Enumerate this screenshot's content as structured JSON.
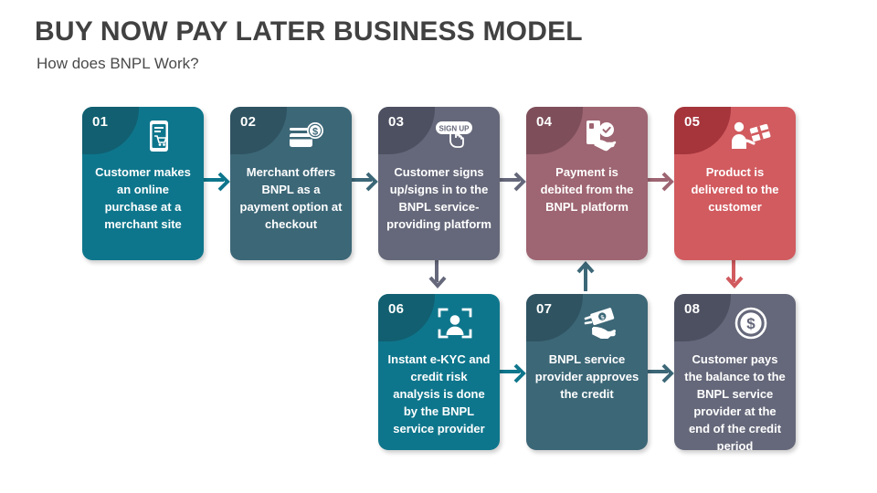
{
  "header": {
    "title": "BUY NOW PAY LATER BUSINESS MODEL",
    "subtitle": "How does BNPL Work?"
  },
  "colors": {
    "teal": "#0e768c",
    "teal_badge": "#115f70",
    "slate": "#3c6777",
    "slate_badge": "#2f5361",
    "gray": "#65687a",
    "gray_badge": "#4d5061",
    "mauve": "#9e6572",
    "mauve_badge": "#7e4f5b",
    "red": "#d15b5f",
    "red_badge": "#a5343b",
    "title": "#414141",
    "subtitle": "#4a4a4a"
  },
  "steps": [
    {
      "number": "01",
      "text": "Customer makes an online purchase at a merchant site",
      "icon": "mobile-shopping-icon",
      "color": "teal"
    },
    {
      "number": "02",
      "text": "Merchant offers BNPL as a payment option at checkout",
      "icon": "credit-card-dollar-icon",
      "color": "slate"
    },
    {
      "number": "03",
      "text": "Customer signs up/signs in to the BNPL service-providing platform",
      "icon": "sign-up-click-icon",
      "color": "gray"
    },
    {
      "number": "04",
      "text": "Payment is debited from the BNPL platform",
      "icon": "card-hand-check-icon",
      "color": "mauve"
    },
    {
      "number": "05",
      "text": "Product is delivered to the customer",
      "icon": "package-delivery-icon",
      "color": "red"
    },
    {
      "number": "06",
      "text": "Instant e-KYC and credit risk analysis is done by the BNPL service provider",
      "icon": "face-scan-kyc-icon",
      "color": "teal"
    },
    {
      "number": "07",
      "text": "BNPL service provider approves the credit",
      "icon": "hand-money-approve-icon",
      "color": "slate"
    },
    {
      "number": "08",
      "text": "Customer pays the balance to the BNPL service provider at the end of the credit period",
      "icon": "dollar-coin-icon",
      "color": "gray"
    }
  ],
  "icon_labels": {
    "sign_up": "SIGN UP",
    "dollar": "$"
  },
  "connectors": [
    {
      "name": "arrow-step1-to-step2",
      "direction": "right",
      "color": "teal"
    },
    {
      "name": "arrow-step2-to-step3",
      "direction": "right",
      "color": "slate"
    },
    {
      "name": "arrow-step3-to-step4",
      "direction": "right",
      "color": "gray"
    },
    {
      "name": "arrow-step4-to-step5",
      "direction": "right",
      "color": "mauve"
    },
    {
      "name": "arrow-step3-to-step6",
      "direction": "down",
      "color": "gray"
    },
    {
      "name": "arrow-step5-to-step8",
      "direction": "down",
      "color": "red"
    },
    {
      "name": "arrow-step7-to-step4",
      "direction": "up",
      "color": "slate"
    },
    {
      "name": "arrow-step6-to-step7",
      "direction": "right",
      "color": "teal"
    },
    {
      "name": "arrow-step7-to-step8",
      "direction": "right",
      "color": "slate"
    }
  ]
}
